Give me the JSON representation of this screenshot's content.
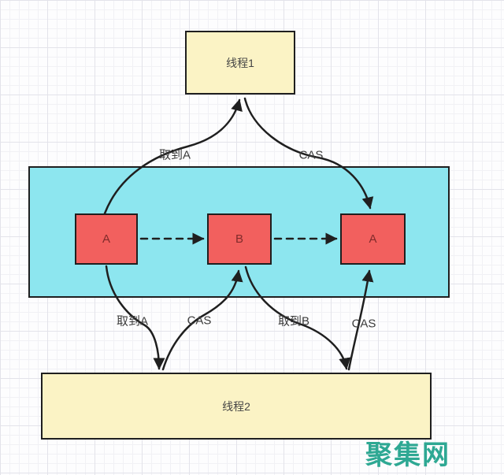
{
  "diagram": {
    "title_hint": "CAS ABA problem diagram",
    "thread1_label": "线程1",
    "thread2_label": "线程2",
    "nodes": [
      {
        "label": "A"
      },
      {
        "label": "B"
      },
      {
        "label": "A"
      }
    ],
    "edges": [
      {
        "id": "get-a-to-thread1",
        "label": "取到A"
      },
      {
        "id": "cas-thread1-to-a2",
        "label": "CAS"
      },
      {
        "id": "get-a-to-thread2",
        "label": "取到A"
      },
      {
        "id": "cas-thread2-to-b",
        "label": "CAS"
      },
      {
        "id": "get-b-to-thread2",
        "label": "取到B"
      },
      {
        "id": "cas-thread2-to-a2",
        "label": "CAS"
      }
    ],
    "watermark": "聚集网",
    "colors": {
      "thread_box_fill": "#fbf3c5",
      "memory_container_fill": "#8de6ef",
      "node_fill": "#f2605e",
      "node_text": "#802b2b",
      "line": "#1f1f1f",
      "watermark": "#2ea893"
    }
  }
}
